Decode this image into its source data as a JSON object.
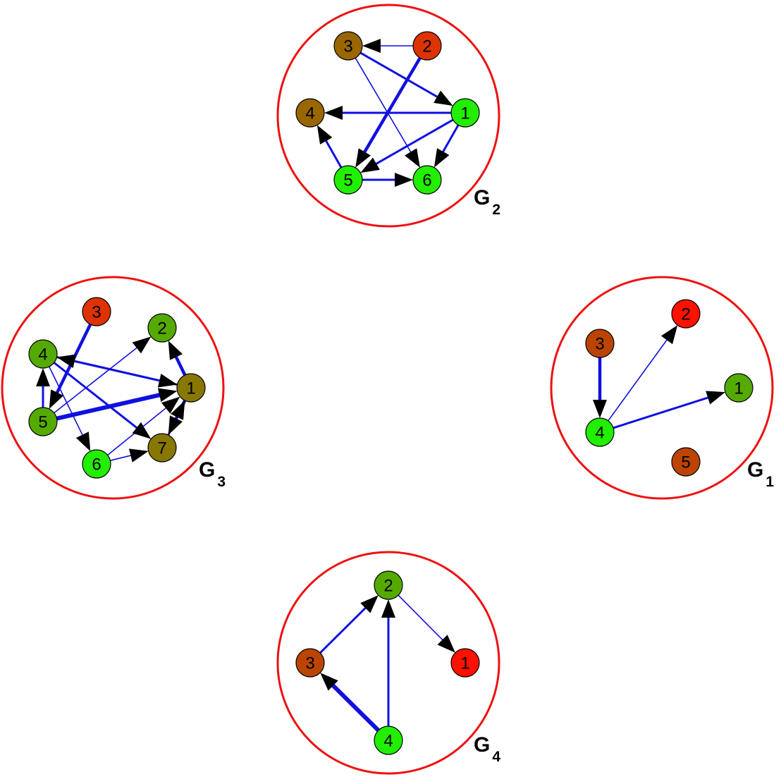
{
  "colors": {
    "frame": "#ee1111",
    "edge": "#1010e0",
    "arrowhead": "#000000",
    "node_stroke": "#000000",
    "node_green": "#22ee00",
    "node_olive_green": "#55aa00",
    "node_olive": "#887700",
    "node_brown": "#996600",
    "node_rust": "#bb4400",
    "node_red_orange": "#dd3300",
    "node_red": "#ff1100"
  },
  "groups": [
    {
      "id": "G2",
      "label": "G",
      "subscript": "2",
      "nodes": [
        {
          "id": "1",
          "label": "1",
          "color": "node_green"
        },
        {
          "id": "2",
          "label": "2",
          "color": "node_red_orange"
        },
        {
          "id": "3",
          "label": "3",
          "color": "node_brown"
        },
        {
          "id": "4",
          "label": "4",
          "color": "node_brown"
        },
        {
          "id": "5",
          "label": "5",
          "color": "node_green"
        },
        {
          "id": "6",
          "label": "6",
          "color": "node_green"
        }
      ],
      "edges": [
        {
          "from": "2",
          "to": "3",
          "weight": 1
        },
        {
          "from": "3",
          "to": "1",
          "weight": 2
        },
        {
          "from": "3",
          "to": "6",
          "weight": 1
        },
        {
          "from": "2",
          "to": "5",
          "weight": 3
        },
        {
          "from": "1",
          "to": "4",
          "weight": 2
        },
        {
          "from": "1",
          "to": "5",
          "weight": 2
        },
        {
          "from": "1",
          "to": "6",
          "weight": 2
        },
        {
          "from": "5",
          "to": "4",
          "weight": 2
        },
        {
          "from": "5",
          "to": "6",
          "weight": 2
        }
      ]
    },
    {
      "id": "G3",
      "label": "G",
      "subscript": "3",
      "nodes": [
        {
          "id": "1",
          "label": "1",
          "color": "node_olive"
        },
        {
          "id": "2",
          "label": "2",
          "color": "node_olive_green"
        },
        {
          "id": "3",
          "label": "3",
          "color": "node_red_orange"
        },
        {
          "id": "4",
          "label": "4",
          "color": "node_olive_green"
        },
        {
          "id": "5",
          "label": "5",
          "color": "node_olive_green"
        },
        {
          "id": "6",
          "label": "6",
          "color": "node_green"
        },
        {
          "id": "7",
          "label": "7",
          "color": "node_olive"
        }
      ],
      "edges": [
        {
          "from": "3",
          "to": "5",
          "weight": 3
        },
        {
          "from": "1",
          "to": "4",
          "weight": 2
        },
        {
          "from": "4",
          "to": "1",
          "weight": 2
        },
        {
          "from": "5",
          "to": "1",
          "weight": 4
        },
        {
          "from": "5",
          "to": "2",
          "weight": 1
        },
        {
          "from": "4",
          "to": "7",
          "weight": 2
        },
        {
          "from": "4",
          "to": "6",
          "weight": 1
        },
        {
          "from": "5",
          "to": "4",
          "weight": 2
        },
        {
          "from": "7",
          "to": "1",
          "weight": 2
        },
        {
          "from": "1",
          "to": "2",
          "weight": 3
        },
        {
          "from": "1",
          "to": "7",
          "weight": 3
        },
        {
          "from": "6",
          "to": "1",
          "weight": 1
        },
        {
          "from": "6",
          "to": "7",
          "weight": 1
        }
      ]
    },
    {
      "id": "G1",
      "label": "G",
      "subscript": "1",
      "nodes": [
        {
          "id": "1",
          "label": "1",
          "color": "node_olive_green"
        },
        {
          "id": "2",
          "label": "2",
          "color": "node_red"
        },
        {
          "id": "3",
          "label": "3",
          "color": "node_rust"
        },
        {
          "id": "4",
          "label": "4",
          "color": "node_green"
        },
        {
          "id": "5",
          "label": "5",
          "color": "node_rust"
        }
      ],
      "edges": [
        {
          "from": "3",
          "to": "4",
          "weight": 3
        },
        {
          "from": "4",
          "to": "2",
          "weight": 1
        },
        {
          "from": "4",
          "to": "1",
          "weight": 2
        }
      ]
    },
    {
      "id": "G4",
      "label": "G",
      "subscript": "4",
      "nodes": [
        {
          "id": "1",
          "label": "1",
          "color": "node_red"
        },
        {
          "id": "2",
          "label": "2",
          "color": "node_olive_green"
        },
        {
          "id": "3",
          "label": "3",
          "color": "node_rust"
        },
        {
          "id": "4",
          "label": "4",
          "color": "node_green"
        }
      ],
      "edges": [
        {
          "from": "3",
          "to": "2",
          "weight": 2
        },
        {
          "from": "4",
          "to": "2",
          "weight": 2
        },
        {
          "from": "2",
          "to": "1",
          "weight": 1
        },
        {
          "from": "4",
          "to": "3",
          "weight": 4
        }
      ]
    }
  ]
}
